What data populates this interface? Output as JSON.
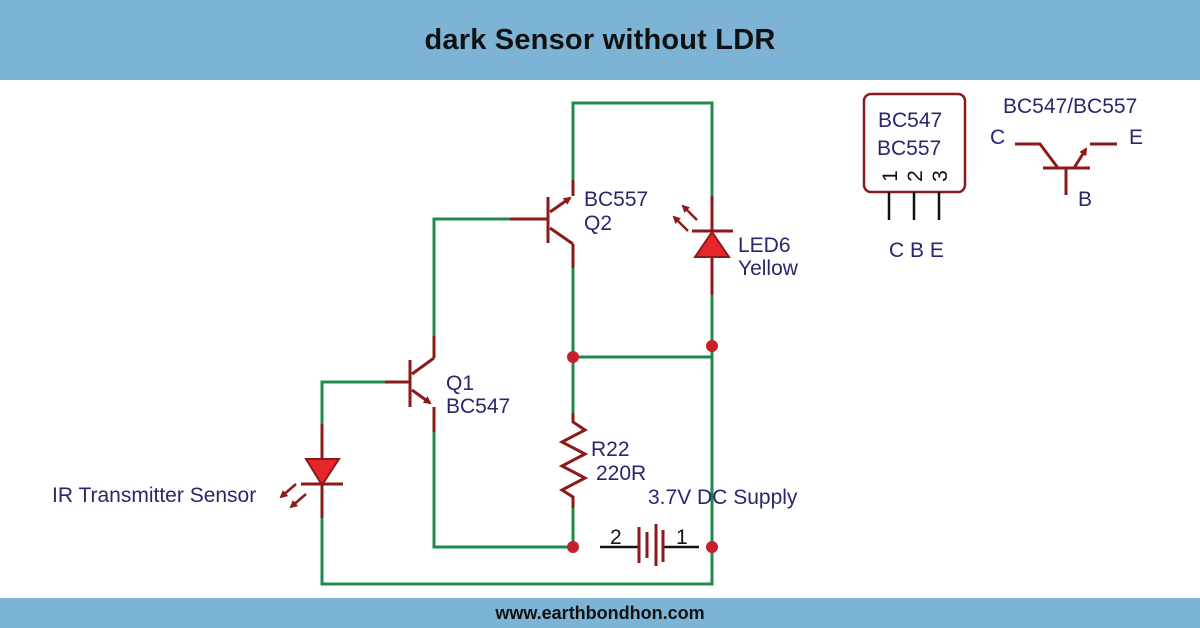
{
  "header": {
    "title": "dark Sensor without LDR"
  },
  "footer": {
    "website": "www.earthbondhon.com"
  },
  "colors": {
    "banner": "#7db4d6",
    "wire": "#1f8a4c",
    "component": "#8b1a1a",
    "led_fill": "#e8262a",
    "junction": "#c8202a",
    "label_text": "#27276b"
  },
  "components": {
    "q2": {
      "name": "Q2",
      "part": "BC557",
      "type": "PNP transistor"
    },
    "q1": {
      "name": "Q1",
      "part": "BC547",
      "type": "NPN transistor"
    },
    "led": {
      "name": "LED6",
      "color_label": "Yellow"
    },
    "resistor": {
      "name": "R22",
      "value": "220R"
    },
    "battery": {
      "label": "3.7V DC Supply",
      "pin_left": "2",
      "pin_right": "1"
    },
    "ir_sensor": {
      "label": "IR Transmitter Sensor"
    }
  },
  "pinout": {
    "package_line1": "BC547",
    "package_line2": "BC557",
    "pin_numbers": [
      "1",
      "2",
      "3"
    ],
    "pin_letters": "C B E",
    "symbol_title": "BC547/BC557",
    "symbol_c": "C",
    "symbol_e": "E",
    "symbol_b": "B"
  }
}
